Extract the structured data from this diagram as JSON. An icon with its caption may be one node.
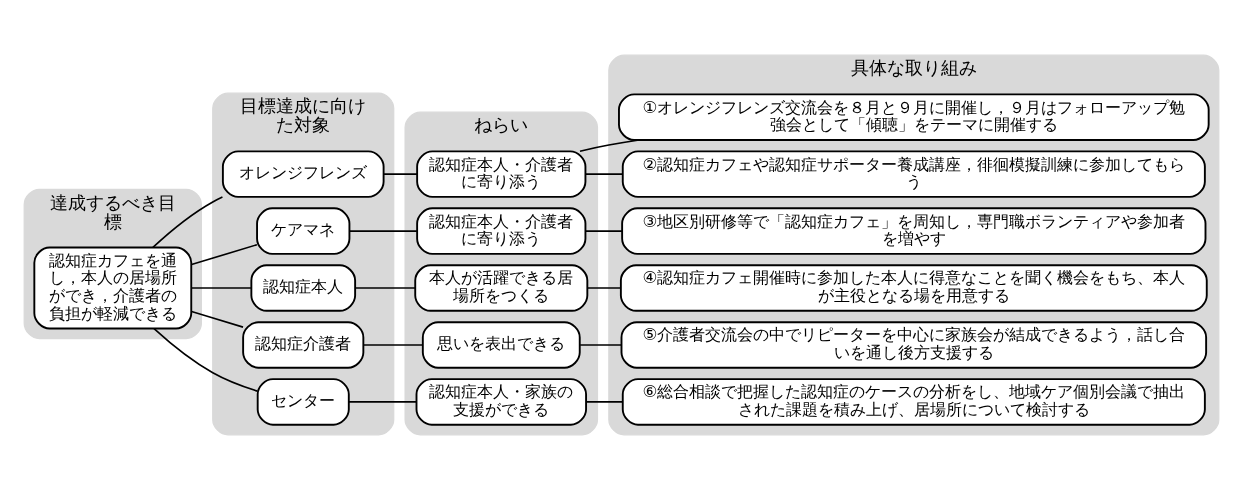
{
  "diagram": {
    "nodes": [
      {
        "text": [
          "達成するべき目標"
        ]
      },
      {
        "text": [
          "認知症カフェを通し，本人の居場所ができ，介護者の負担が軽減できる"
        ],
        "in": 0
      },
      {
        "text": [
          "目標達成に向けた対象"
        ]
      },
      {
        "text": [
          "オレンジフレンズ"
        ],
        "in": 2
      },
      {
        "text": [
          "ケアマネ"
        ],
        "in": 2
      },
      {
        "text": [
          "認知症本人"
        ],
        "in": 2
      },
      {
        "text": [
          "認知症介護者"
        ],
        "in": 2
      },
      {
        "text": [
          "センター"
        ],
        "in": 2
      },
      {
        "text": [
          "ねらい"
        ]
      },
      {
        "text": [
          "認知症本人・介護者に寄り添う"
        ],
        "in": 8
      },
      {
        "text": [
          "認知症本人・介護者に寄り添う"
        ],
        "in": 8
      },
      {
        "text": [
          "本人が活躍できる居場所をつくる"
        ],
        "in": 8
      },
      {
        "text": [
          "思いを表出できる"
        ],
        "in": 8
      },
      {
        "text": [
          "認知症本人・家族の支援ができる"
        ],
        "in": 8
      },
      {
        "text": [
          "具体な取り組み"
        ]
      },
      {
        "text": [
          "①オレンジフレンズ交流会を８月と９月に開催し，９月はフォローアップ勉強会として「傾聴」をテーマに開催する"
        ],
        "in": 14
      },
      {
        "text": [
          "②認知症カフェや認知症サポーター養成講座，徘徊模擬訓練に参加してもらう"
        ],
        "in": 14
      },
      {
        "text": [
          "③地区別研修等で「認知症カフェ」を周知し，専門職ボランティアや参加者を増やす"
        ],
        "in": 14
      },
      {
        "text": [
          "④認知症カフェ開催時に参加した本人に得意なことを聞く機会をもち、本人が主役となる場を用意する"
        ],
        "in": 14
      },
      {
        "text": [
          "⑤介護者交流会の中でリピーターを中心に家族会が結成できるよう，話し合いを通し後方支援する"
        ],
        "in": 14
      },
      {
        "text": [
          "⑥総合相談で把握した認知症のケースの分析をし、地域ケア個別会議で抽出された課題を積み上げ、居場所について検討する"
        ],
        "in": 14
      }
    ],
    "edges": [
      {
        "from": 1,
        "to": 3,
        "arrow": "none"
      },
      {
        "from": 1,
        "to": 4,
        "arrow": "none"
      },
      {
        "from": 1,
        "to": 5,
        "arrow": "none"
      },
      {
        "from": 1,
        "to": 6,
        "arrow": "none"
      },
      {
        "from": 1,
        "to": 7,
        "arrow": "none"
      },
      {
        "from": 3,
        "to": 9,
        "arrow": "none"
      },
      {
        "from": 4,
        "to": 10,
        "arrow": "none"
      },
      {
        "from": 5,
        "to": 11,
        "arrow": "none"
      },
      {
        "from": 6,
        "to": 12,
        "arrow": "none"
      },
      {
        "from": 7,
        "to": 13,
        "arrow": "none"
      },
      {
        "from": 9,
        "to": 15,
        "arrow": "none"
      },
      {
        "from": 9,
        "to": 16,
        "arrow": "none"
      },
      {
        "from": 10,
        "to": 17,
        "arrow": "none"
      },
      {
        "from": 11,
        "to": 18,
        "arrow": "none"
      },
      {
        "from": 12,
        "to": 19,
        "arrow": "none"
      },
      {
        "from": 13,
        "to": 20,
        "arrow": "none"
      }
    ]
  }
}
